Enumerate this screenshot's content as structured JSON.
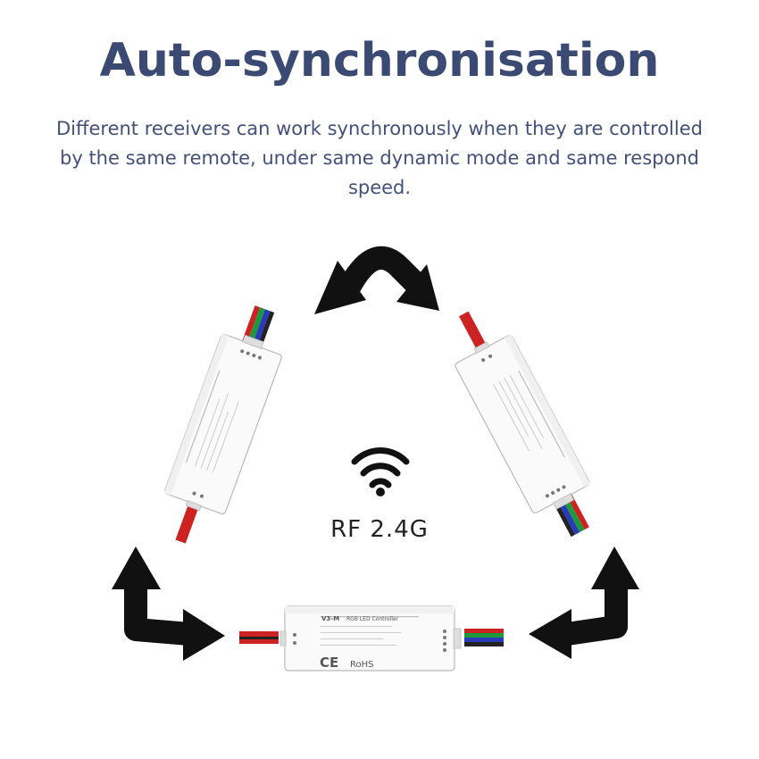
{
  "header": {
    "title": "Auto-synchronisation",
    "description": "Different receivers can work synchronously when they are controlled by the same remote, under same dynamic mode and same respond speed."
  },
  "center": {
    "signal_icon": "wifi-icon",
    "signal_label": "RF 2.4G"
  },
  "controller": {
    "model": "V3-M",
    "name": "RGB LED Controller",
    "certification_ce": "CE",
    "certification_rohs": "RoHS"
  },
  "colors": {
    "title": "#3b4a73",
    "text": "#43507a",
    "arrow": "#111111"
  }
}
